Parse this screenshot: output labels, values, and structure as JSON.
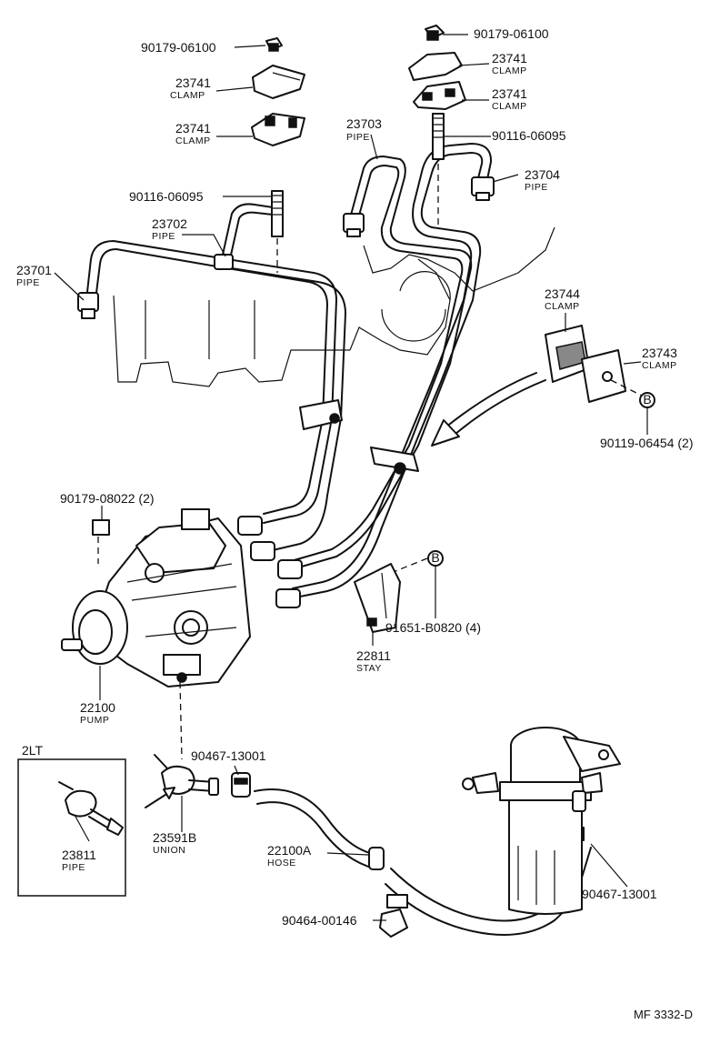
{
  "labels": {
    "nut_left": "90179-06100",
    "nut_right": "90179-06100",
    "clamp_l1_num": "23741",
    "clamp_l1_name": "CLAMP",
    "clamp_l2_num": "23741",
    "clamp_l2_name": "CLAMP",
    "clamp_r1_num": "23741",
    "clamp_r1_name": "CLAMP",
    "clamp_r2_num": "23741",
    "clamp_r2_name": "CLAMP",
    "stud_left": "90116-06095",
    "stud_right": "90116-06095",
    "pipe_23703_num": "23703",
    "pipe_23703_name": "PIPE",
    "pipe_23704_num": "23704",
    "pipe_23704_name": "PIPE",
    "pipe_23702_num": "23702",
    "pipe_23702_name": "PIPE",
    "pipe_23701_num": "23701",
    "pipe_23701_name": "PIPE",
    "clamp_23744_num": "23744",
    "clamp_23744_name": "CLAMP",
    "clamp_23743_num": "23743",
    "clamp_23743_name": "CLAMP",
    "bolt_b_upper": "90119-06454 (2)",
    "nut_pump": "90179-08022 (2)",
    "bolt_b_lower": "91651-B0820 (4)",
    "stay_num": "22811",
    "stay_name": "STAY",
    "pump_num": "22100",
    "pump_name": "PUMP",
    "variant_box": "2LT",
    "pipe_23811_num": "23811",
    "pipe_23811_name": "PIPE",
    "union_num": "23591B",
    "union_name": "UNION",
    "hose_clip_upper": "90467-13001",
    "hose_num": "22100A",
    "hose_name": "HOSE",
    "hose_clip_right": "90467-13001",
    "hose_clip_lower": "90464-00146",
    "ref_marker_upper": "B",
    "ref_marker_lower": "B",
    "figure_code": "MF 3332-D"
  }
}
